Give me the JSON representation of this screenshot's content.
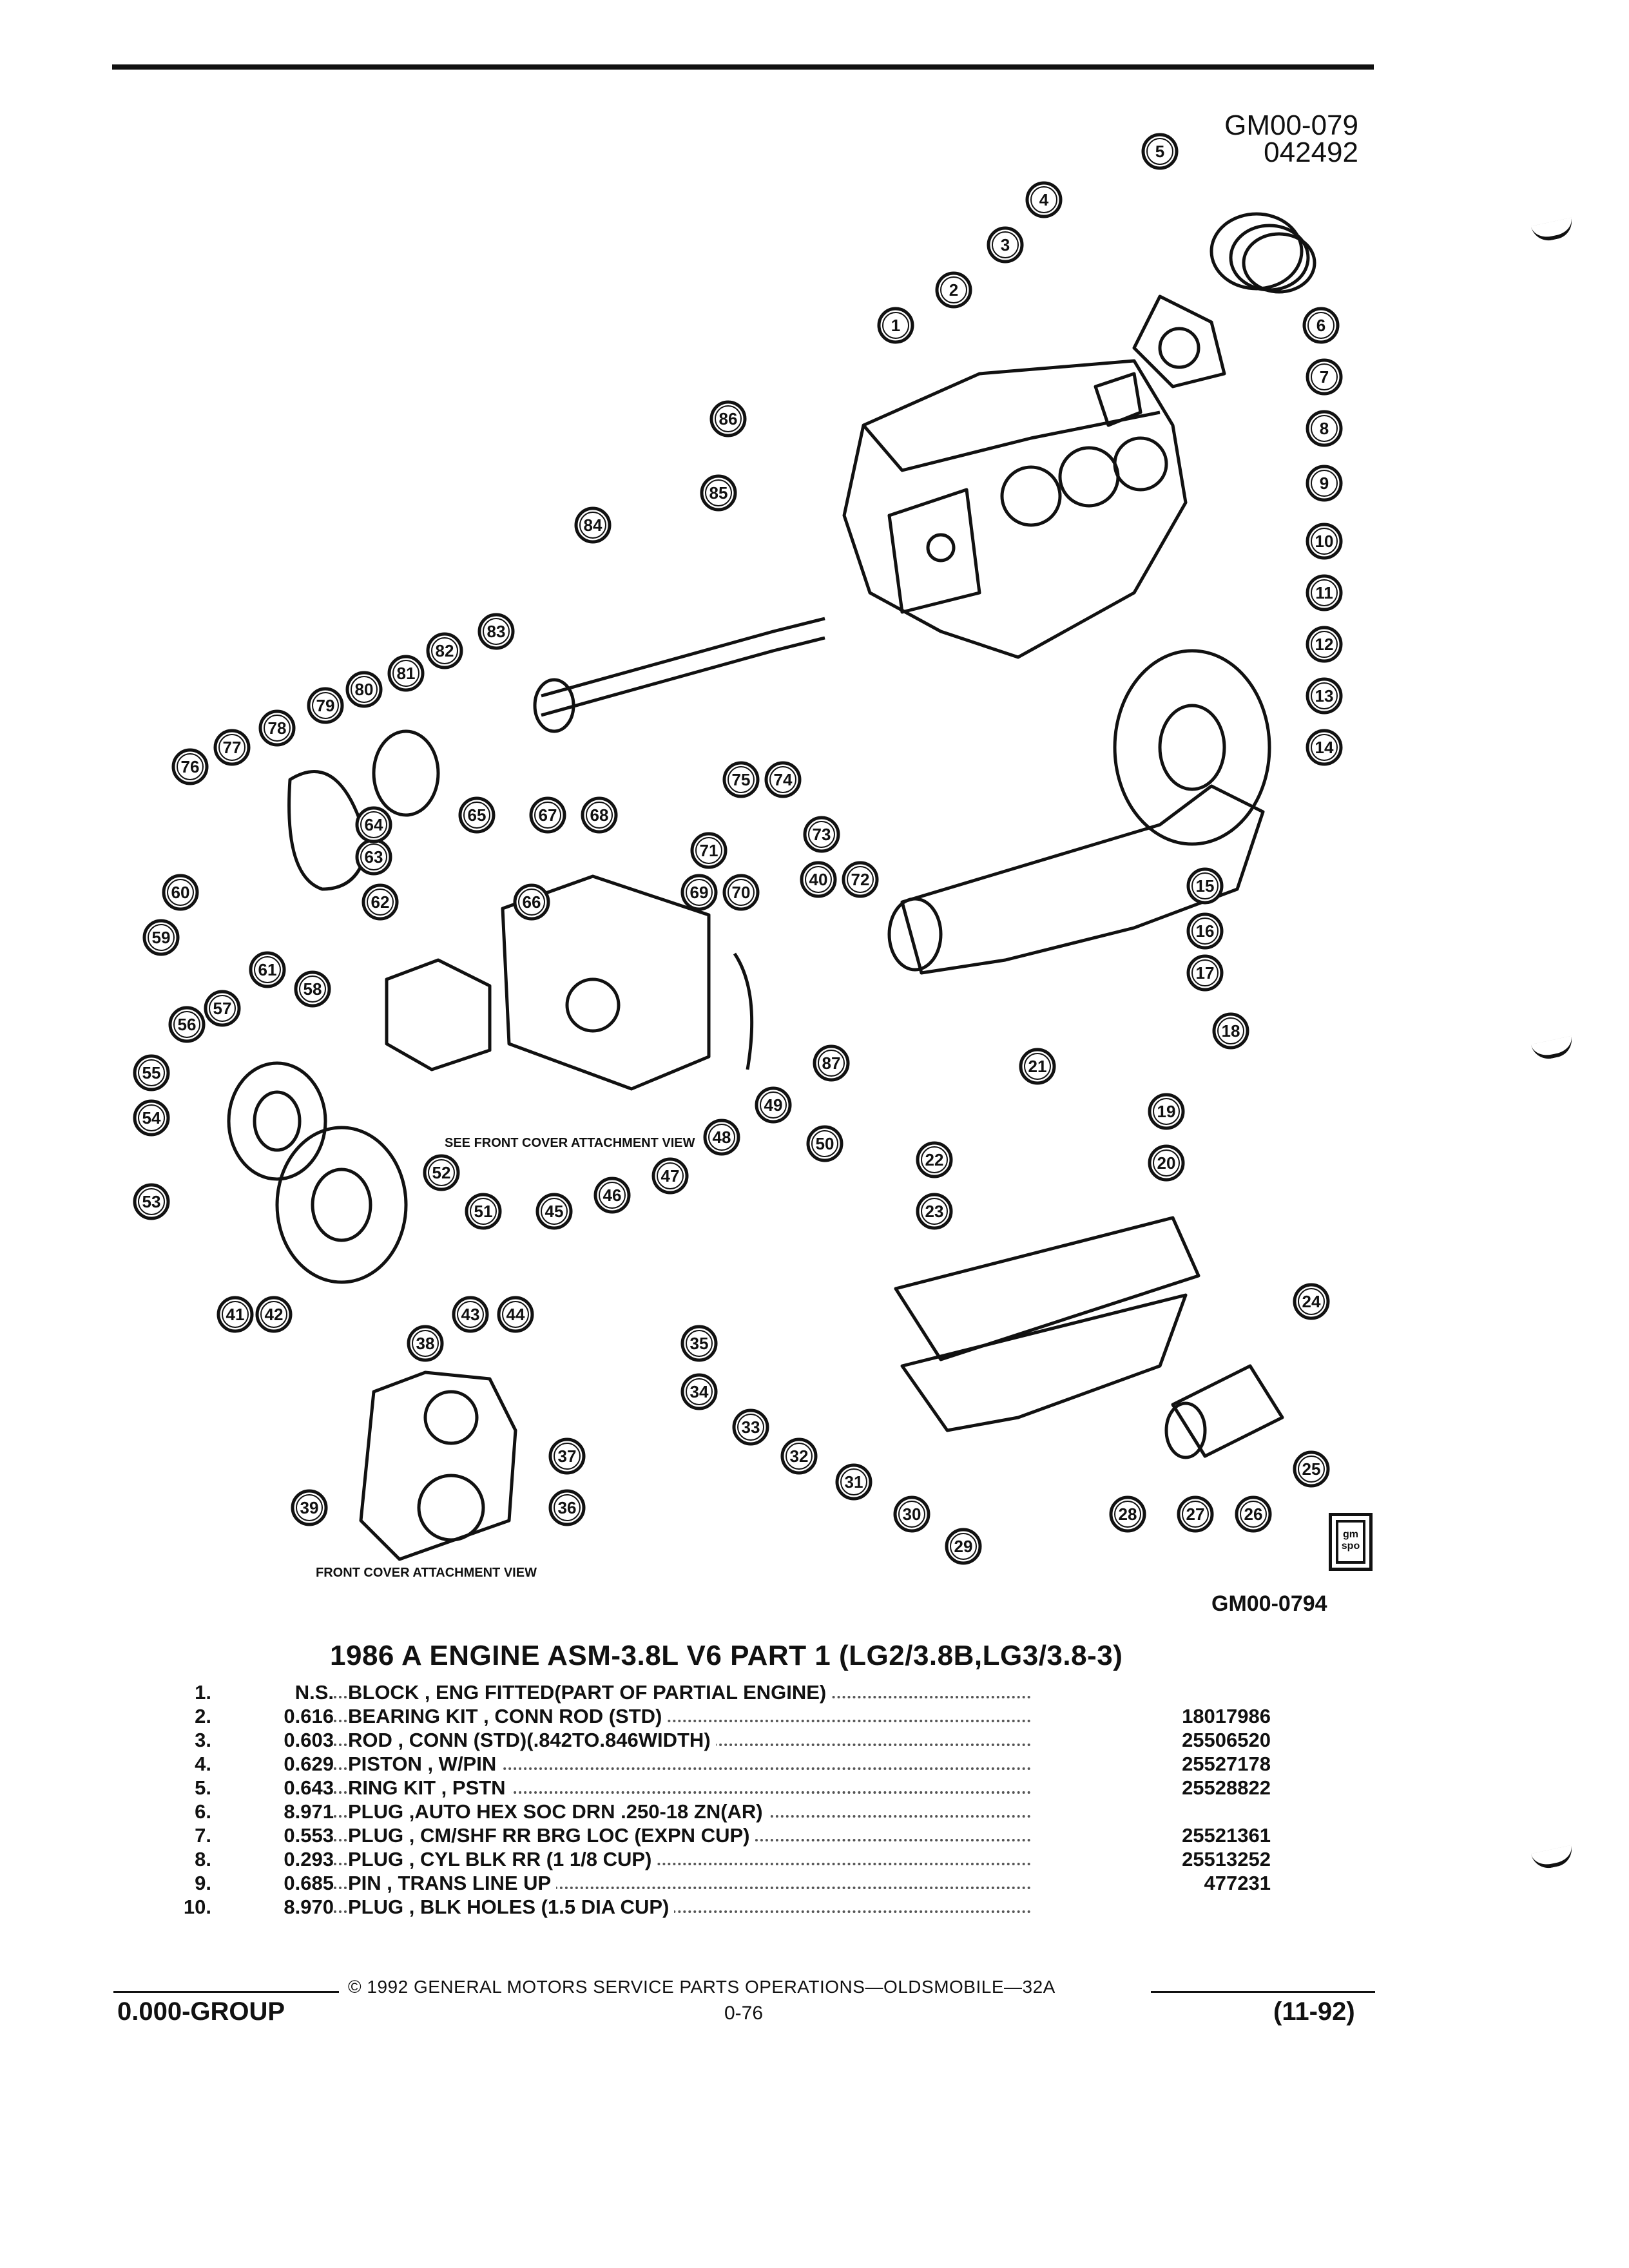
{
  "corner_code": {
    "line1": "GM00-079",
    "line2": "042492"
  },
  "figure_code": "GM00-0794",
  "front_cover_label": "FRONT COVER ATTACHMENT VIEW",
  "see_front_cover": "SEE FRONT COVER ATTACHMENT VIEW",
  "gm_mark": "gm spo",
  "title": "1986 A ENGINE ASM-3.8L V6 PART 1 (LG2/3.8B,LG3/3.8-3)",
  "parts": [
    {
      "num": "1.",
      "qty": "N.S.",
      "desc": "BLOCK , ENG FITTED(PART OF PARTIAL ENGINE)",
      "pn": ""
    },
    {
      "num": "2.",
      "qty": "0.616",
      "desc": "BEARING KIT , CONN ROD (STD)",
      "pn": "18017986"
    },
    {
      "num": "3.",
      "qty": "0.603",
      "desc": "ROD , CONN (STD)(.842TO.846WIDTH)",
      "pn": "25506520"
    },
    {
      "num": "4.",
      "qty": "0.629",
      "desc": "PISTON , W/PIN",
      "pn": "25527178"
    },
    {
      "num": "5.",
      "qty": "0.643",
      "desc": "RING KIT , PSTN",
      "pn": "25528822"
    },
    {
      "num": "6.",
      "qty": "8.971",
      "desc": "PLUG ,AUTO HEX SOC DRN .250-18 ZN(AR)",
      "pn": ""
    },
    {
      "num": "7.",
      "qty": "0.553",
      "desc": "PLUG , CM/SHF RR BRG LOC (EXPN CUP)",
      "pn": "25521361"
    },
    {
      "num": "8.",
      "qty": "0.293",
      "desc": "PLUG , CYL BLK RR (1 1/8 CUP)",
      "pn": "25513252"
    },
    {
      "num": "9.",
      "qty": "0.685",
      "desc": "PIN , TRANS LINE UP",
      "pn": "477231"
    },
    {
      "num": "10.",
      "qty": "8.970",
      "desc": "PLUG , BLK HOLES (1.5 DIA CUP)",
      "pn": ""
    }
  ],
  "footer": {
    "copyright": "© 1992 GENERAL MOTORS SERVICE PARTS OPERATIONS—OLDSMOBILE—32A",
    "group": "0.000-GROUP",
    "page": "0-76",
    "date": "(11-92)"
  },
  "callouts": [
    "1",
    "2",
    "3",
    "4",
    "5",
    "6",
    "7",
    "8",
    "9",
    "10",
    "11",
    "12",
    "13",
    "14",
    "15",
    "16",
    "17",
    "18",
    "19",
    "20",
    "21",
    "22",
    "23",
    "24",
    "25",
    "26",
    "27",
    "28",
    "29",
    "30",
    "31",
    "32",
    "33",
    "34",
    "35",
    "36",
    "37",
    "38",
    "39",
    "40",
    "41",
    "42",
    "43",
    "44",
    "45",
    "46",
    "47",
    "48",
    "49",
    "50",
    "51",
    "52",
    "53",
    "54",
    "55",
    "56",
    "57",
    "58",
    "59",
    "60",
    "61",
    "62",
    "63",
    "64",
    "65",
    "66",
    "67",
    "68",
    "69",
    "70",
    "71",
    "72",
    "73",
    "74",
    "75",
    "76",
    "77",
    "78",
    "79",
    "80",
    "81",
    "82",
    "83",
    "84",
    "85",
    "86",
    "87"
  ]
}
